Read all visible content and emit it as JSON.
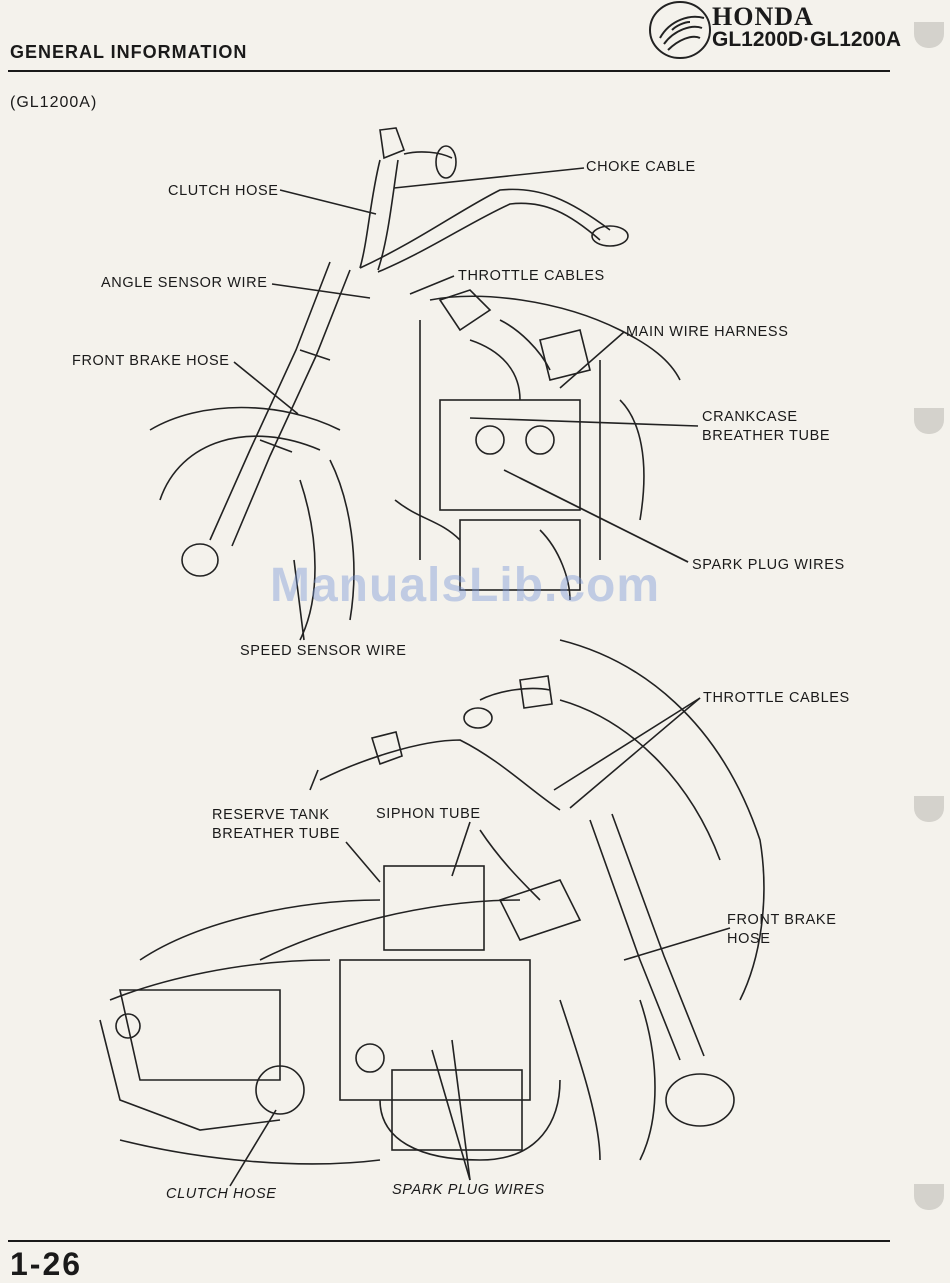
{
  "header": {
    "section_title": "GENERAL INFORMATION",
    "brand": "HONDA",
    "models": "GL1200D·GL1200A"
  },
  "subtitle": "(GL1200A)",
  "figure_top": {
    "labels": {
      "choke_cable": "CHOKE CABLE",
      "clutch_hose": "CLUTCH HOSE",
      "angle_sensor_wire": "ANGLE SENSOR WIRE",
      "throttle_cables": "THROTTLE CABLES",
      "main_wire_harness": "MAIN WIRE HARNESS",
      "front_brake_hose": "FRONT BRAKE HOSE",
      "crankcase_line1": "CRANKCASE",
      "crankcase_line2": "BREATHER TUBE",
      "spark_plug_wires": "SPARK PLUG WIRES",
      "speed_sensor_wire": "SPEED SENSOR WIRE"
    }
  },
  "figure_bottom": {
    "labels": {
      "throttle_cables": "THROTTLE CABLES",
      "reserve_line1": "RESERVE TANK",
      "reserve_line2": "BREATHER TUBE",
      "siphon_tube": "SIPHON TUBE",
      "front_brake_line1": "FRONT BRAKE",
      "front_brake_line2": "HOSE",
      "clutch_hose": "CLUTCH HOSE",
      "spark_plug_wires": "SPARK PLUG WIRES"
    }
  },
  "watermark": "ManualsLib.com",
  "page_number": "1-26"
}
